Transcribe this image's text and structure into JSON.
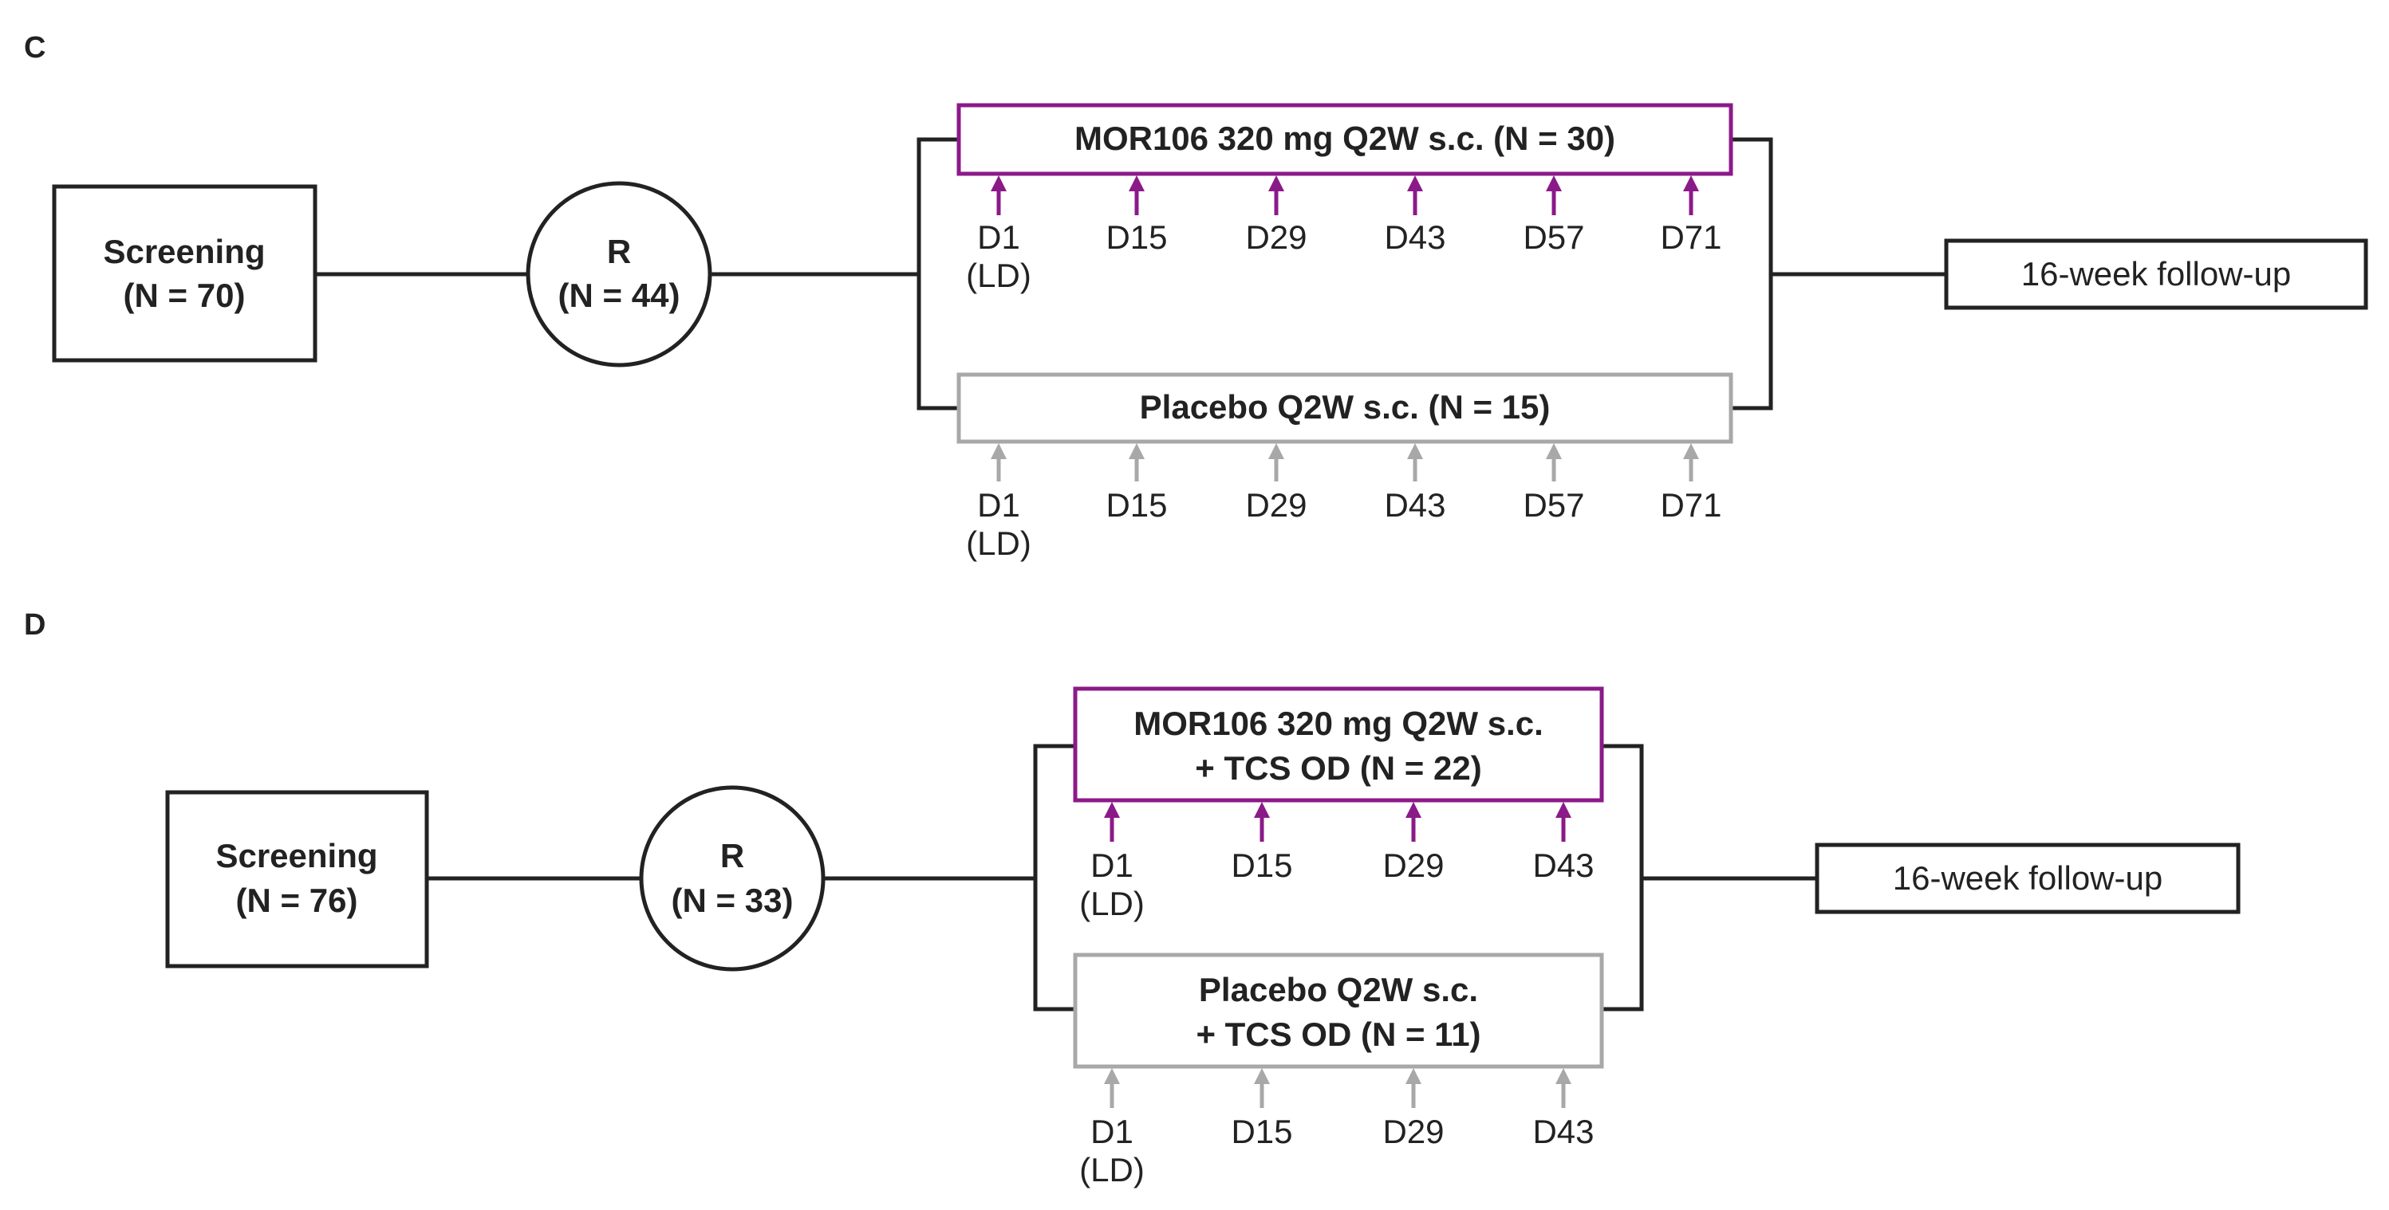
{
  "colors": {
    "active": "#8b1a89",
    "placebo": "#a8a8a8",
    "line": "#222222"
  },
  "panels": [
    {
      "label": "C",
      "screening": {
        "line1": "Screening",
        "line2": "(N = 70)"
      },
      "randomization": {
        "line1": "R",
        "line2": "(N = 44)"
      },
      "active_arm": {
        "lines": [
          "MOR106 320 mg Q2W s.c. (N = 30)"
        ]
      },
      "placebo_arm": {
        "lines": [
          "Placebo Q2W s.c. (N = 15)"
        ]
      },
      "active_days": [
        {
          "line1": "D1",
          "line2": "(LD)"
        },
        {
          "line1": "D15",
          "line2": ""
        },
        {
          "line1": "D29",
          "line2": ""
        },
        {
          "line1": "D43",
          "line2": ""
        },
        {
          "line1": "D57",
          "line2": ""
        },
        {
          "line1": "D71",
          "line2": ""
        }
      ],
      "placebo_days": [
        {
          "line1": "D1",
          "line2": "(LD)"
        },
        {
          "line1": "D15",
          "line2": ""
        },
        {
          "line1": "D29",
          "line2": ""
        },
        {
          "line1": "D43",
          "line2": ""
        },
        {
          "line1": "D57",
          "line2": ""
        },
        {
          "line1": "D71",
          "line2": ""
        }
      ],
      "followup": "16-week follow-up"
    },
    {
      "label": "D",
      "screening": {
        "line1": "Screening",
        "line2": "(N = 76)"
      },
      "randomization": {
        "line1": "R",
        "line2": "(N = 33)"
      },
      "active_arm": {
        "lines": [
          "MOR106 320 mg Q2W s.c.",
          "+ TCS OD (N = 22)"
        ]
      },
      "placebo_arm": {
        "lines": [
          "Placebo Q2W s.c.",
          "+ TCS OD (N = 11)"
        ]
      },
      "active_days": [
        {
          "line1": "D1",
          "line2": "(LD)"
        },
        {
          "line1": "D15",
          "line2": ""
        },
        {
          "line1": "D29",
          "line2": ""
        },
        {
          "line1": "D43",
          "line2": ""
        }
      ],
      "placebo_days": [
        {
          "line1": "D1",
          "line2": "(LD)"
        },
        {
          "line1": "D15",
          "line2": ""
        },
        {
          "line1": "D29",
          "line2": ""
        },
        {
          "line1": "D43",
          "line2": ""
        }
      ],
      "followup": "16-week follow-up"
    }
  ]
}
